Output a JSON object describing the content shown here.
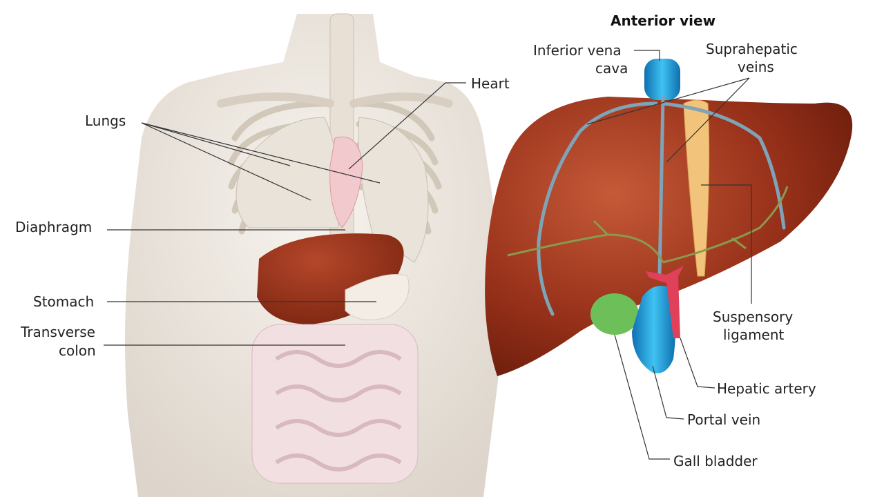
{
  "view_title": "Anterior view",
  "torso_labels": {
    "lungs": "Lungs",
    "heart": "Heart",
    "diaphragm": "Diaphragm",
    "stomach": "Stomach",
    "transverse_colon_line1": "Transverse",
    "transverse_colon_line2": "colon"
  },
  "liver_labels": {
    "ivc_line1": "Inferior vena",
    "ivc_line2": "cava",
    "suprahepatic_line1": "Suprahepatic",
    "suprahepatic_line2": "veins",
    "suspensory_line1": "Suspensory",
    "suspensory_line2": "ligament",
    "hepatic_artery": "Hepatic artery",
    "portal_vein": "Portal vein",
    "gall_bladder": "Gall bladder"
  },
  "colors": {
    "liver": "#8e2a14",
    "vein_blue": "#1b9ad6",
    "gall_green": "#6dbf5a",
    "artery_red": "#e0405a",
    "ligament": "#f0c070",
    "body": "#ece6de"
  }
}
